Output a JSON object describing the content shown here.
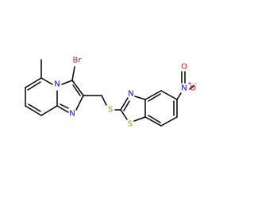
{
  "molecule": {
    "atoms": {
      "br": {
        "label": "Br",
        "color": "#a52a2a"
      },
      "n_imid": {
        "label": "N",
        "color": "#0000ff"
      },
      "n_ring": {
        "label": "N",
        "color": "#0000ff"
      },
      "s_thio": {
        "label": "S",
        "color": "#999900"
      },
      "n_bzt": {
        "label": "N",
        "color": "#0000ff"
      },
      "s_bzt": {
        "label": "S",
        "color": "#999900"
      },
      "n_nitro": {
        "label": "N",
        "plus": "+",
        "color": "#0000ff"
      },
      "o_top": {
        "label": "O",
        "color": "#ff0000"
      },
      "o_bottom": {
        "label": "O",
        "minus": "-",
        "color": "#ff0000"
      }
    },
    "bond_color": "#000000"
  }
}
